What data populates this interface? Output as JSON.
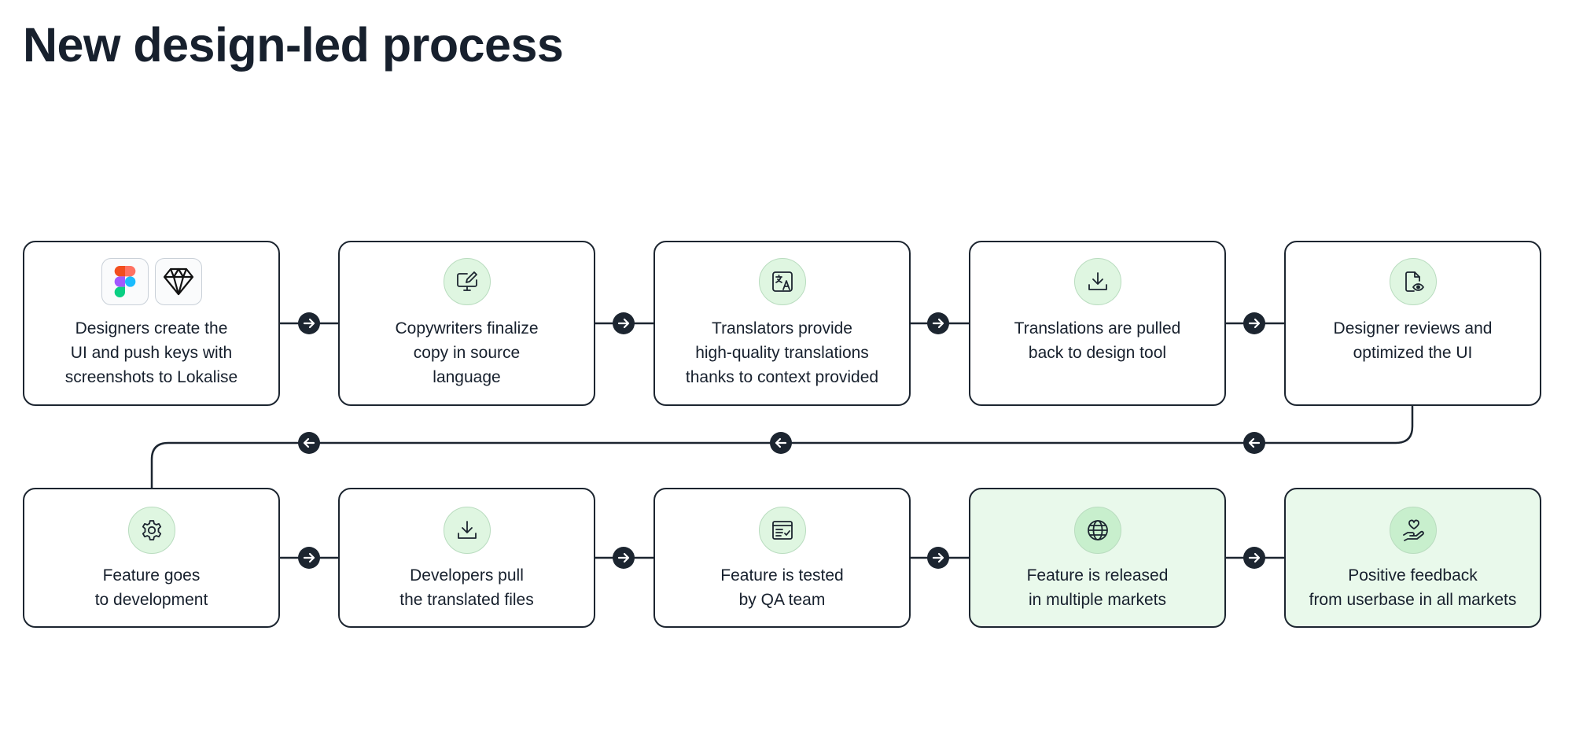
{
  "title": "New design-led process",
  "colors": {
    "line": "#1c2530",
    "icon_bg": "#dff6e1",
    "highlight_bg": "#e9f9eb",
    "icon_stroke": "#1c2530"
  },
  "row1": [
    {
      "text": "Designers create the\nUI and push keys with\nscreenshots to Lokalise",
      "icons": [
        "figma-logo",
        "sketch-logo"
      ]
    },
    {
      "text": "Copywriters finalize\ncopy in source\nlanguage",
      "icon": "monitor-pen-icon"
    },
    {
      "text": "Translators provide\nhigh-quality translations\nthanks to context provided",
      "icon": "translate-icon"
    },
    {
      "text": "Translations are pulled\nback to design tool",
      "icon": "download-icon"
    },
    {
      "text": "Designer reviews and\noptimized the UI",
      "icon": "file-eye-icon"
    }
  ],
  "row2": [
    {
      "text": "Feature goes\nto development",
      "icon": "gear-icon",
      "highlight": false
    },
    {
      "text": "Developers pull\nthe translated files",
      "icon": "download-icon",
      "highlight": false
    },
    {
      "text": "Feature is tested\nby QA team",
      "icon": "checklist-browser-icon",
      "highlight": false
    },
    {
      "text": "Feature is released\nin multiple markets",
      "icon": "globe-icon",
      "highlight": true
    },
    {
      "text": "Positive feedback\nfrom userbase in all markets",
      "icon": "heart-hand-icon",
      "highlight": true
    }
  ]
}
